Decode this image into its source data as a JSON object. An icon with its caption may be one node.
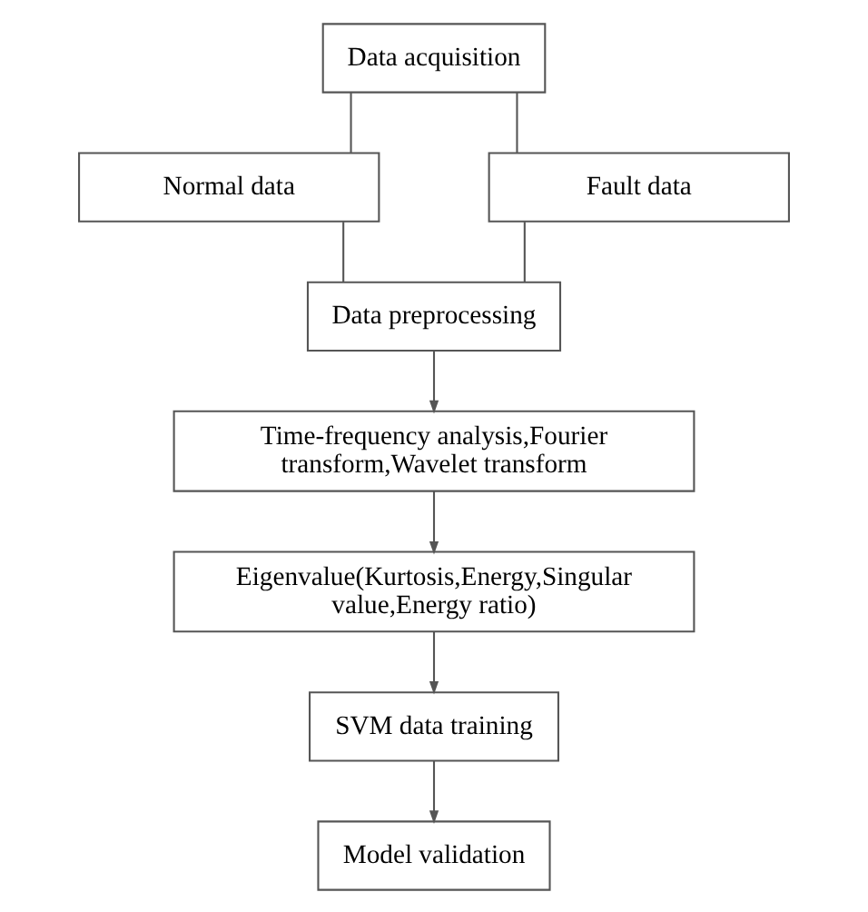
{
  "diagram": {
    "nodes": [
      {
        "text": [
          "Data acquisition"
        ]
      },
      {
        "text": [
          "Normal data"
        ]
      },
      {
        "text": [
          "Fault data"
        ]
      },
      {
        "text": [
          "Data preprocessing"
        ]
      },
      {
        "text": [
          "Time-frequency analysis,Fourier transform,Wavelet transform"
        ]
      },
      {
        "text": [
          "Eigenvalue(Kurtosis,Energy,Singular value,Energy ratio)"
        ]
      },
      {
        "text": [
          "SVM data training"
        ]
      },
      {
        "text": [
          "Model validation"
        ]
      }
    ],
    "edges": [
      {
        "from": 0,
        "to": 1,
        "arrow": "none"
      },
      {
        "from": 0,
        "to": 2,
        "arrow": "none"
      },
      {
        "from": 1,
        "to": 3,
        "arrow": "none"
      },
      {
        "from": 2,
        "to": 3,
        "arrow": "none"
      },
      {
        "from": 3,
        "to": 4,
        "arrow": "to"
      },
      {
        "from": 4,
        "to": 5,
        "arrow": "to"
      },
      {
        "from": 5,
        "to": 6,
        "arrow": "to"
      },
      {
        "from": 6,
        "to": 7,
        "arrow": "to"
      }
    ]
  }
}
